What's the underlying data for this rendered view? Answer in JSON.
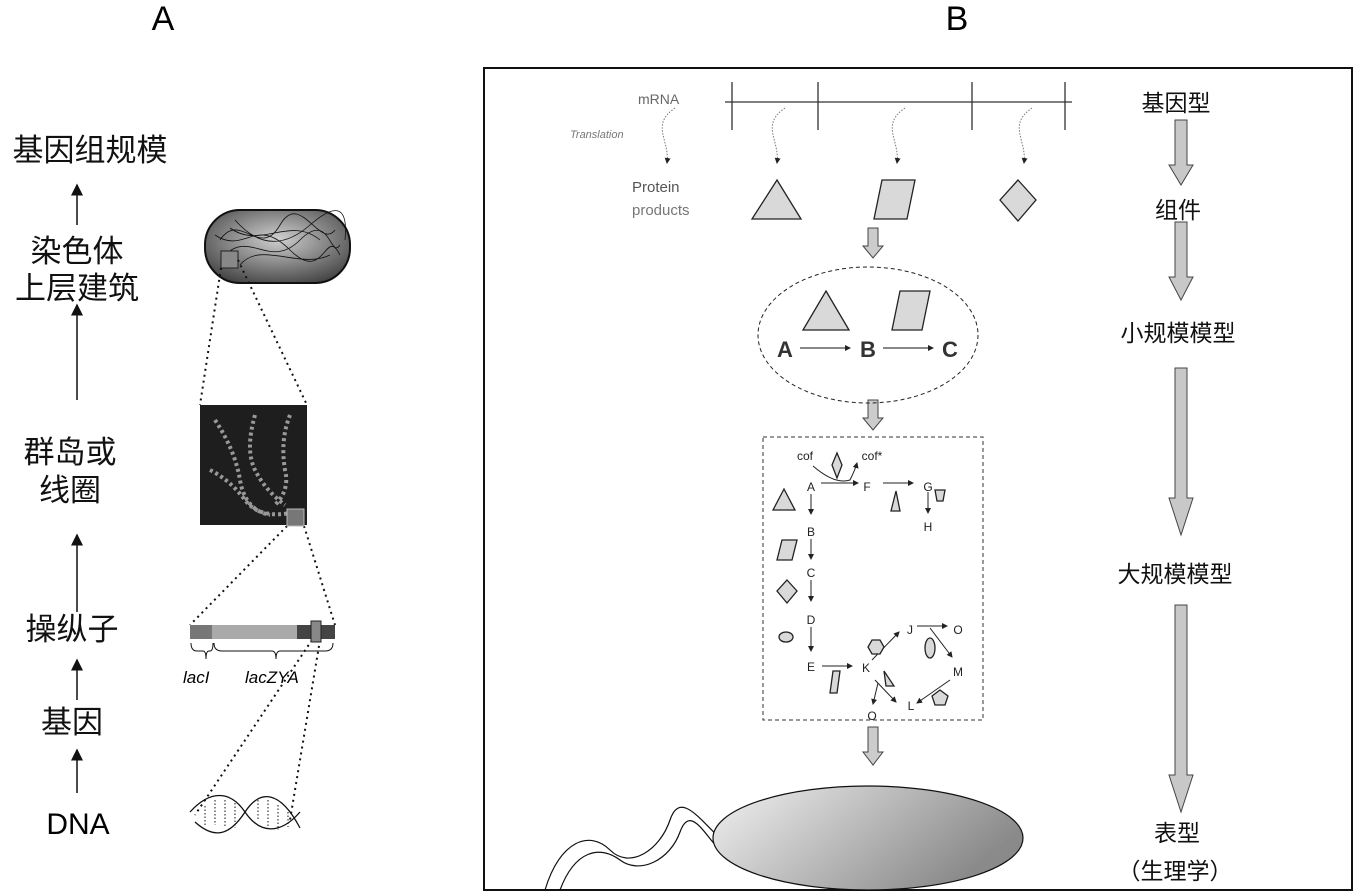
{
  "panel_a": {
    "label": "A",
    "levels": [
      "基因组规模",
      "染色体",
      "上层建筑",
      "群岛或",
      "线圈",
      "操纵子",
      "基因",
      "DNA"
    ],
    "gene_labels": {
      "laci": "lacI",
      "laczya": "lacZYA"
    }
  },
  "panel_b": {
    "label": "B",
    "mrna": "mRNA",
    "translation": "Translation",
    "protein": "Protein",
    "products": "products",
    "abc": [
      "A",
      "B",
      "C"
    ],
    "network": {
      "cof": "cof",
      "cof_star": "cof*",
      "nodes": [
        "A",
        "B",
        "C",
        "D",
        "E",
        "F",
        "G",
        "H",
        "J",
        "K",
        "L",
        "M",
        "O",
        "O"
      ]
    },
    "stages": [
      "基因型",
      "组件",
      "小规模模型",
      "大规模模型",
      "表型",
      "（生理学）"
    ]
  }
}
